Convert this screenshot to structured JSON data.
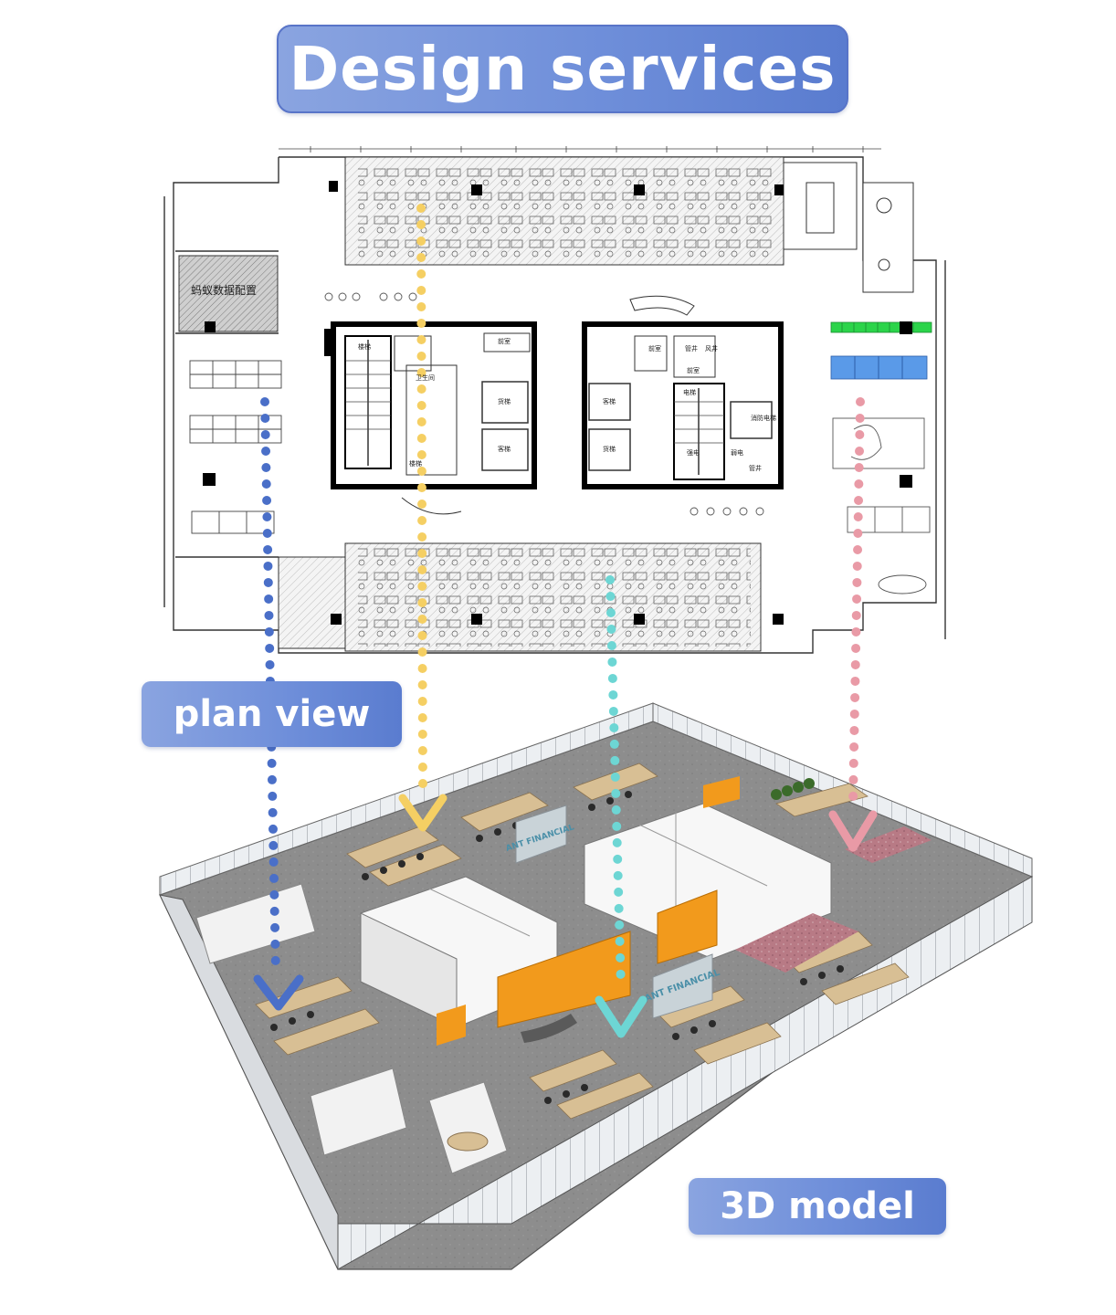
{
  "title": "Design services",
  "labels": {
    "plan_view": "plan view",
    "model_3d": "3D model"
  },
  "plan_text": {
    "room_label": "蚂蚁数据配置",
    "core_labels": [
      "楼梯",
      "卫生间",
      "前室",
      "货梯",
      "客梯",
      "客梯",
      "货梯",
      "前室",
      "管井",
      "风井",
      "前室",
      "电梯",
      "强电",
      "弱电",
      "消防电梯",
      "管井",
      "楼梯"
    ]
  },
  "brand": {
    "logo_text_1": "ANT FINANCIAL",
    "logo_text_2": "ANT FINANCIAL"
  },
  "colors": {
    "badge_gradient_start": "#8aa4e0",
    "badge_gradient_end": "#5a7ccf",
    "connector_blue": "#4a6fc8",
    "connector_yellow": "#f5cf63",
    "connector_cyan": "#6dd6d4",
    "connector_pink": "#e99aa6",
    "accent_orange": "#f29a1c",
    "green_storage": "#2bd44a",
    "blue_desks": "#5a9ae8",
    "floor_grey": "#8d8d8d",
    "desk_wood": "#d8bf94",
    "carpet_red": "#b87a85"
  }
}
